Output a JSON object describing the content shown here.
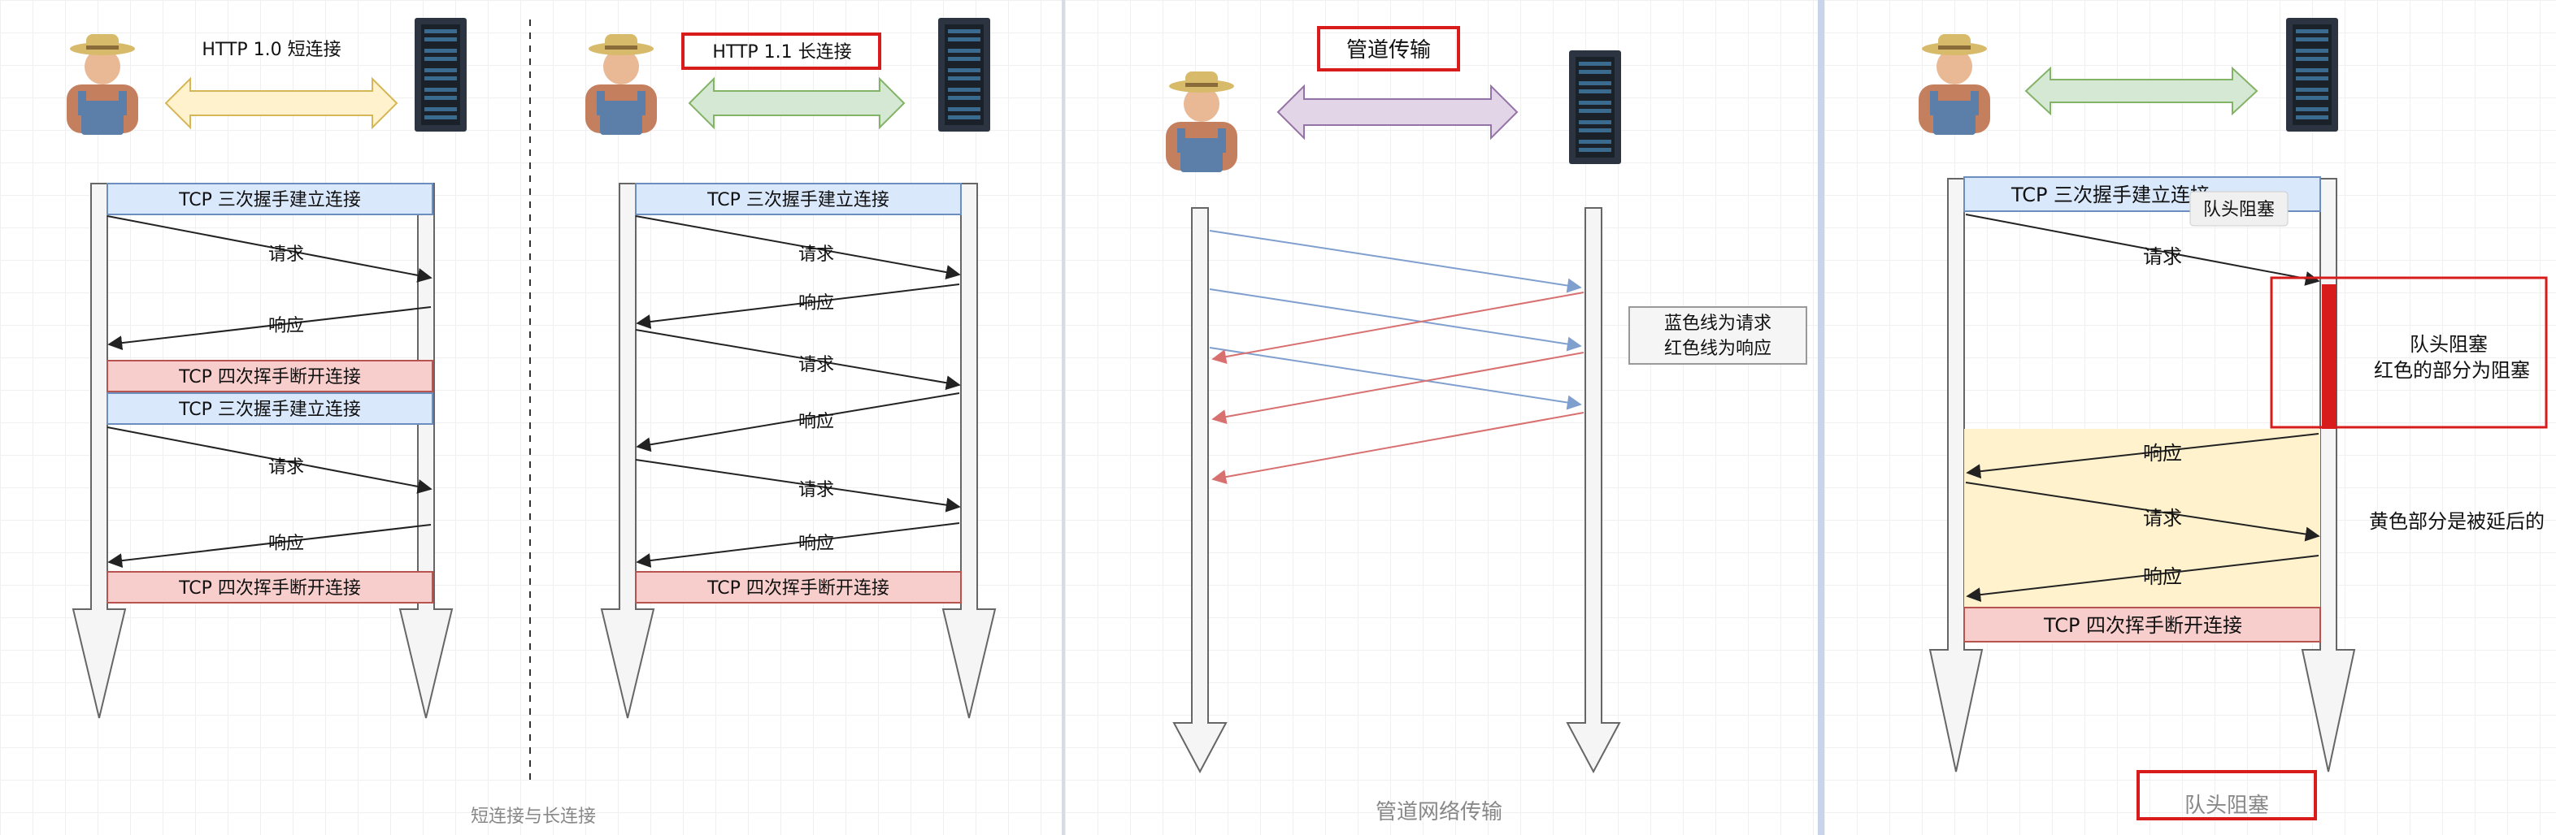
{
  "panel1": {
    "left_title": "HTTP 1.0 短连接",
    "right_title": "HTTP 1.1 长连接",
    "caption": "短连接与长连接",
    "left_rows": [
      "TCP 三次握手建立连接",
      "请求",
      "响应",
      "TCP 四次挥手断开连接",
      "TCP 三次握手建立连接",
      "请求",
      "响应",
      "TCP 四次挥手断开连接"
    ],
    "right_rows": [
      "TCP 三次握手建立连接",
      "请求",
      "响应",
      "请求",
      "响应",
      "请求",
      "响应",
      "TCP 四次挥手断开连接"
    ]
  },
  "panel2": {
    "title": "管道传输",
    "legend_line1": "蓝色线为请求",
    "legend_line2": "红色线为响应",
    "caption": "管道网络传输"
  },
  "panel3": {
    "tcp_open": "TCP 三次握手建立连接",
    "tooltip": "队头阻塞",
    "request1": "请求",
    "box_line1": "队头阻塞",
    "box_line2": "红色的部分为阻塞",
    "response1": "响应",
    "request2": "请求",
    "response2": "响应",
    "yellow_note": "黄色部分是被延后的",
    "tcp_close": "TCP 四次挥手断开连接",
    "caption": "队头阻塞"
  },
  "colors": {
    "request_blue": "#7f9fcf",
    "response_red": "#d87070",
    "highlight_red": "#d81b1b",
    "tcp_blue": "#dae8fc",
    "tcp_red": "#f8cecc",
    "delay_yellow": "#fff2cc"
  }
}
